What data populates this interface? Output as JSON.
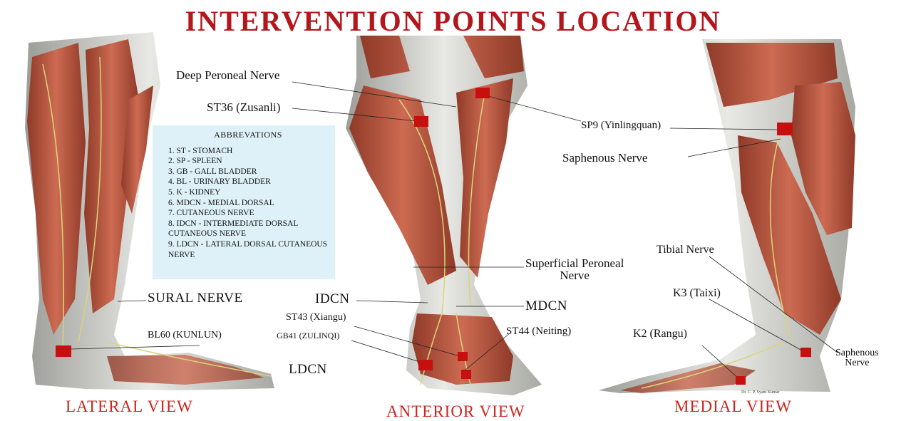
{
  "title": "INTERVENTION POINTS LOCATION",
  "views": {
    "lateral": "LATERAL VIEW",
    "anterior": "ANTERIOR VIEW",
    "medial": "MEDIAL VIEW"
  },
  "labels": {
    "deep_peroneal": "Deep Peroneal Nerve",
    "st36": "ST36 (Zusanli)",
    "sp9": "SP9 (Yinlingquan)",
    "saphenous_upper": "Saphenous Nerve",
    "sural": "SURAL NERVE",
    "bl60": "BL60 (KUNLUN)",
    "ldcn": "LDCN",
    "idcn": "IDCN",
    "mdcn": "MDCN",
    "st43": "ST43 (Xiangu)",
    "gb41": "GB41 (ZULINQI)",
    "st44": "ST44 (Neiting)",
    "superficial_peroneal_1": "Superficial Peroneal",
    "superficial_peroneal_2": "Nerve",
    "tibial": "Tibial Nerve",
    "k3": "K3 (Taixi)",
    "k2": "K2 (Rangu)",
    "saphenous_lower_1": "Saphenous",
    "saphenous_lower_2": "Nerve"
  },
  "abbreviations": {
    "title": "ABBREVATIONS",
    "items": [
      "1. ST  - STOMACH",
      "2. SP  - SPLEEN",
      "3. GB - GALL BLADDER",
      "4. BL  - URINARY BLADDER",
      "5. K    - KIDNEY",
      "6. MDCN - MEDIAL DORSAL",
      "7. CUTANEOUS NERVE",
      "8. IDCN - INTERMEDIATE DORSAL CUTANEOUS NERVE",
      "9. LDCN - LATERAL DORSAL CUTANEOUS NERVE"
    ]
  },
  "credit": "Dr. C. P. Syam Kumar",
  "colors": {
    "title": "#b3161b",
    "point_marker": "#c60f0f",
    "muscle": "#b8563f",
    "abbr_background": "#dff1f8"
  }
}
